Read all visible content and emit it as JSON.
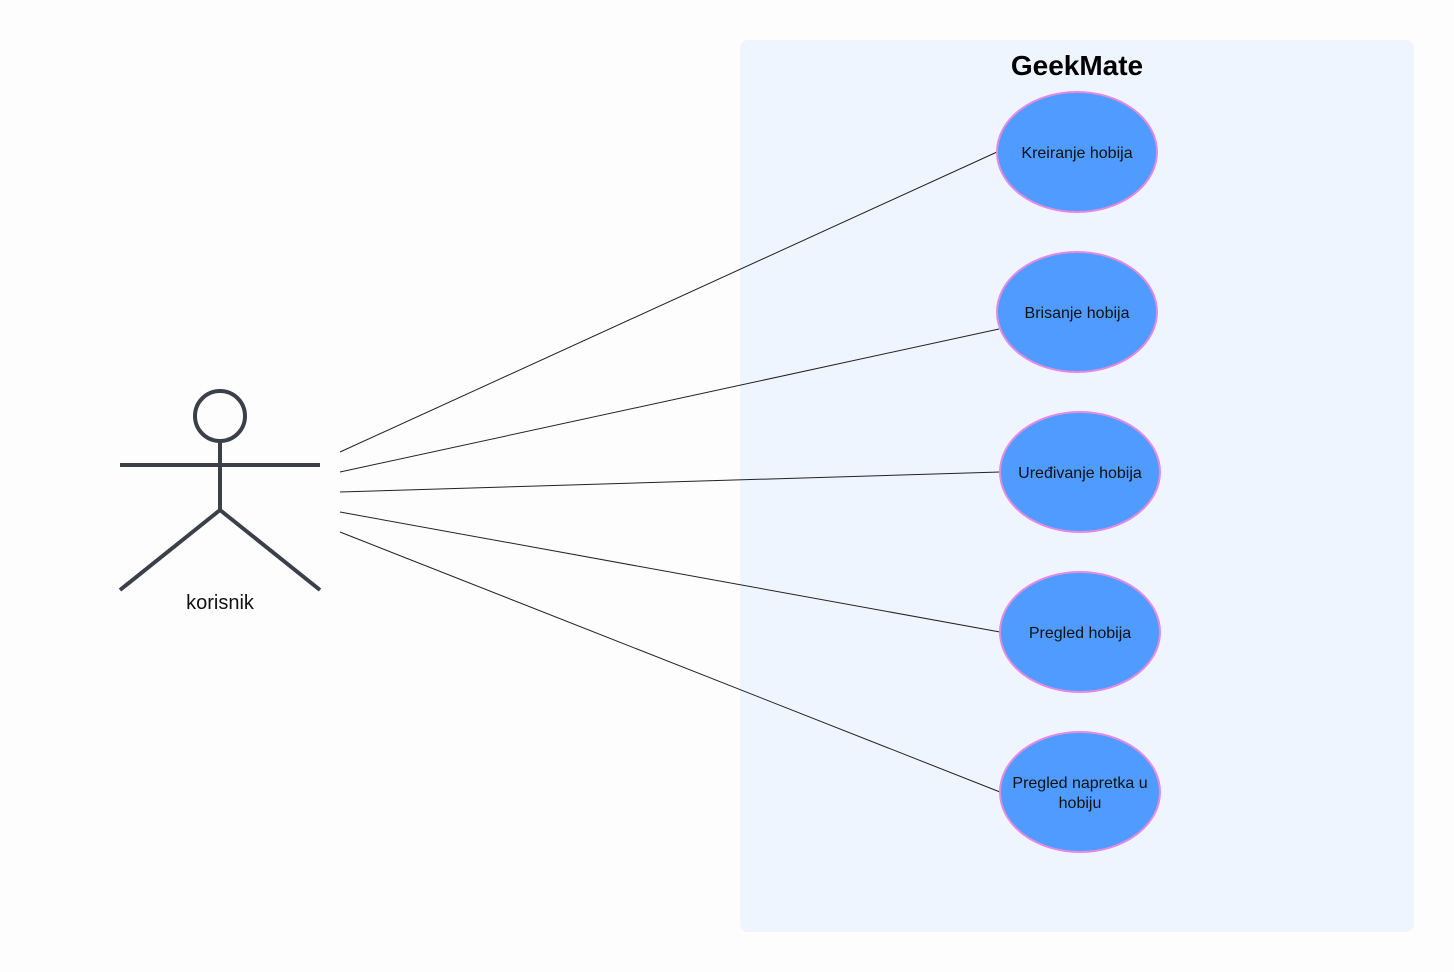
{
  "system": {
    "title": "GeekMate",
    "background": "#eef5fe"
  },
  "actor": {
    "label": "korisnik",
    "color": "#3a3f48"
  },
  "use_cases": [
    {
      "label_lines": [
        "Kreiranje hobija"
      ]
    },
    {
      "label_lines": [
        "Brisanje hobija"
      ]
    },
    {
      "label_lines": [
        "Uređivanje hobija"
      ]
    },
    {
      "label_lines": [
        "Pregled hobija"
      ]
    },
    {
      "label_lines": [
        "Pregled napretka u",
        "hobiju"
      ]
    }
  ],
  "colors": {
    "usecase_fill": "#4f9bff",
    "usecase_stroke": "#e48adf",
    "line": "#222222"
  }
}
